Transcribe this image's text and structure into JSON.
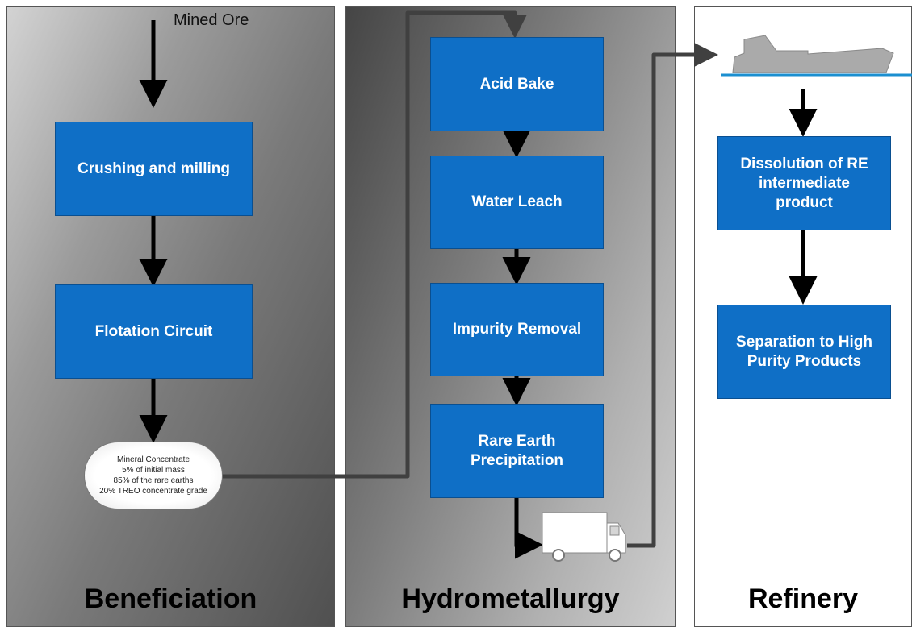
{
  "sections": {
    "beneficiation": "Beneficiation",
    "hydrometallurgy": "Hydrometallurgy",
    "refinery": "Refinery"
  },
  "input_label": "Mined Ore",
  "beneficiation_steps": {
    "crushing": "Crushing and milling",
    "flotation": "Flotation Circuit"
  },
  "concentrate": {
    "line1": "Mineral Concentrate",
    "line2": "5% of initial mass",
    "line3": "85% of the rare earths",
    "line4": "20% TREO concentrate grade"
  },
  "hydro_steps": {
    "acid_bake": "Acid Bake",
    "water_leach": "Water Leach",
    "impurity_removal": "Impurity Removal",
    "precipitation_line1": "Rare Earth",
    "precipitation_line2": "Precipitation"
  },
  "refinery_steps": {
    "dissolution_line1": "Dissolution of RE",
    "dissolution_line2": "intermediate",
    "dissolution_line3": "product",
    "separation_line1": "Separation to High",
    "separation_line2": "Purity Products"
  },
  "icons": {
    "truck": "truck-icon",
    "ship": "ship-icon"
  },
  "colors": {
    "process_box": "#0f6fc6",
    "connector": "#404040",
    "water": "#1b8fd0"
  }
}
